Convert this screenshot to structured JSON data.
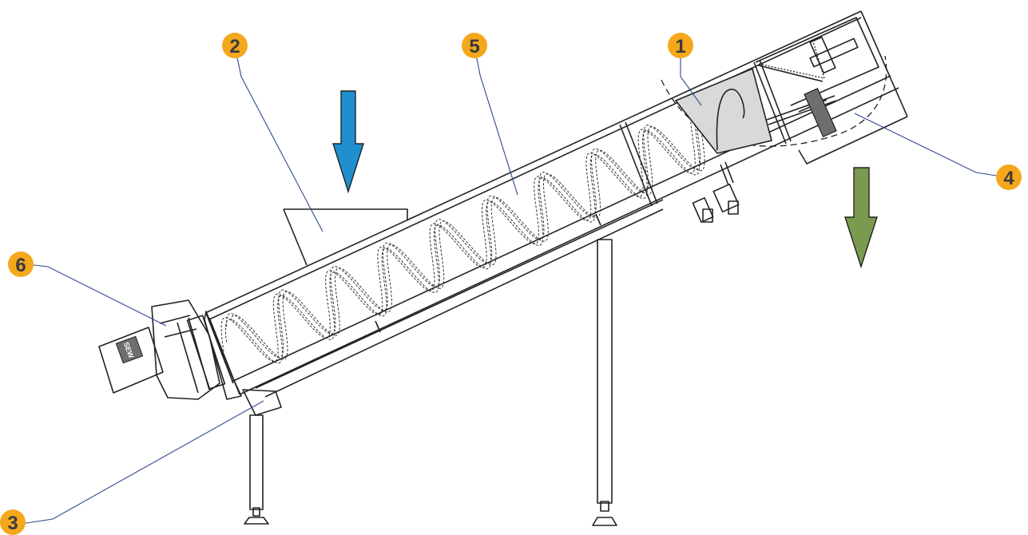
{
  "colors": {
    "marker_fill": "#F5A81C",
    "marker_text": "#3A3A3A",
    "leader_line": "#2E4A8C",
    "inlet_arrow": "#1F8FD0",
    "outlet_arrow": "#7A9A50",
    "outline": "#222222",
    "window_fill": "#D9D9D9",
    "motor_plate": "#6E6E6E"
  },
  "icons": {
    "inlet_arrow": "arrow-down-icon",
    "outlet_arrow": "arrow-down-icon",
    "motor_logo": "sew-logo-icon"
  },
  "markers": [
    {
      "id": "1",
      "label": "1"
    },
    {
      "id": "2",
      "label": "2"
    },
    {
      "id": "3",
      "label": "3"
    },
    {
      "id": "4",
      "label": "4"
    },
    {
      "id": "5",
      "label": "5"
    },
    {
      "id": "6",
      "label": "6"
    }
  ],
  "motor_logo_text": "SEW"
}
